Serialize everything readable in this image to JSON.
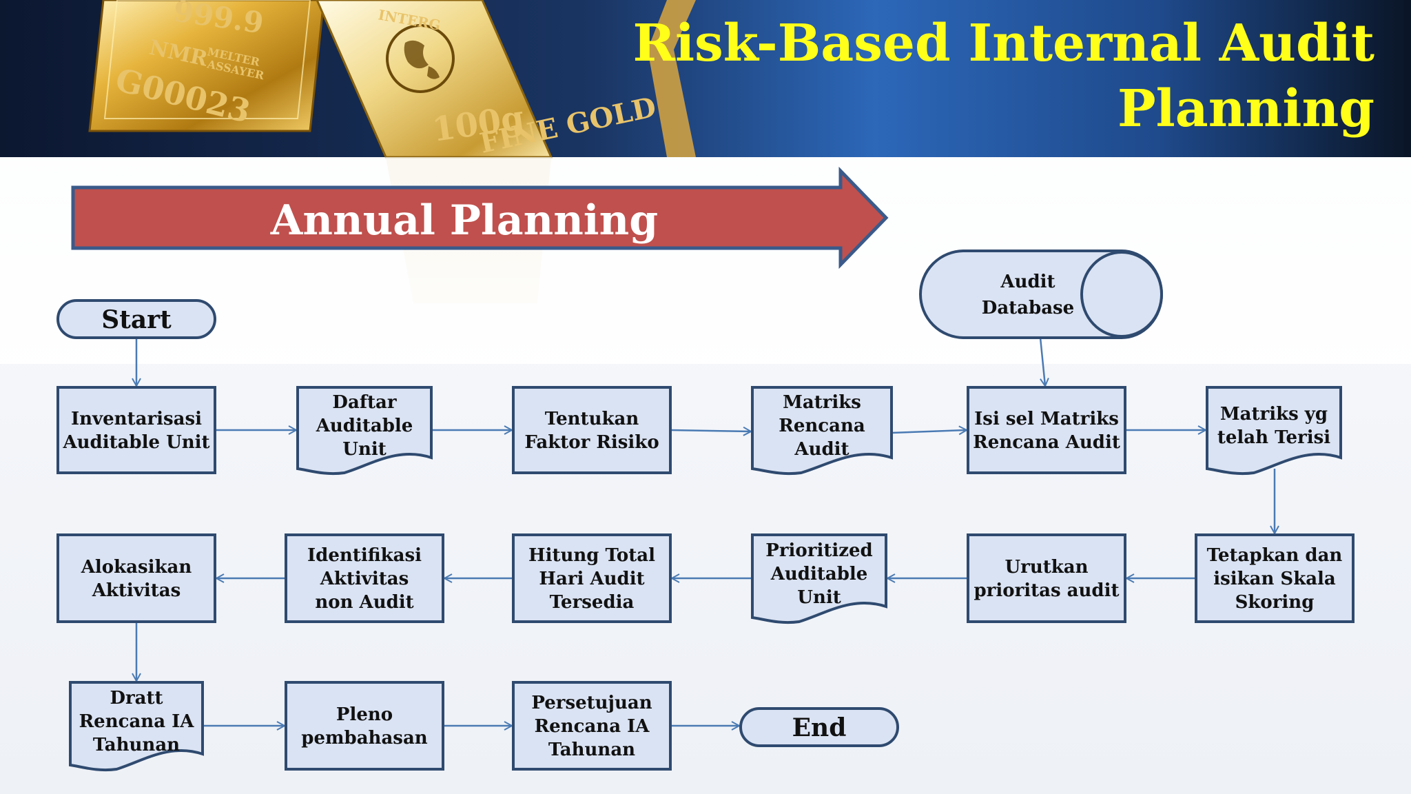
{
  "title": [
    "Risk-Based Internal Audit",
    "Planning"
  ],
  "banner": "Annual Planning",
  "gold_bars": {
    "bar1": [
      "999.9",
      "NMR",
      "MELTER",
      "ASSAYER",
      "G00023"
    ],
    "bar2": [
      "INTERG",
      "100g",
      "FINE GOLD"
    ]
  },
  "nodes": [
    {
      "id": "start",
      "label": [
        "Start"
      ]
    },
    {
      "id": "audit-database",
      "label": [
        "Audit",
        "Database"
      ]
    },
    {
      "id": "inventarisasi",
      "label": [
        "Inventarisasi",
        "Auditable Unit"
      ]
    },
    {
      "id": "daftar",
      "label": [
        "Daftar",
        "Auditable",
        "Unit"
      ]
    },
    {
      "id": "tentukan",
      "label": [
        "Tentukan",
        "Faktor Risiko"
      ]
    },
    {
      "id": "matriks-rencana",
      "label": [
        "Matriks",
        "Rencana",
        "Audit"
      ]
    },
    {
      "id": "isi-sel",
      "label": [
        "Isi sel Matriks",
        "Rencana Audit"
      ]
    },
    {
      "id": "matriks-terisi",
      "label": [
        "Matriks yg",
        "telah Terisi"
      ]
    },
    {
      "id": "tetapkan",
      "label": [
        "Tetapkan dan",
        "isikan Skala",
        "Skoring"
      ]
    },
    {
      "id": "urutkan",
      "label": [
        "Urutkan",
        "prioritas audit"
      ]
    },
    {
      "id": "prioritized",
      "label": [
        "Prioritized",
        "Auditable",
        "Unit"
      ]
    },
    {
      "id": "hitung",
      "label": [
        "Hitung Total",
        "Hari Audit",
        "Tersedia"
      ]
    },
    {
      "id": "identifikasi",
      "label": [
        "Identifikasi",
        "Aktivitas",
        "non Audit"
      ]
    },
    {
      "id": "alokasikan",
      "label": [
        "Alokasikan",
        "Aktivitas"
      ]
    },
    {
      "id": "dratt",
      "label": [
        "Dratt",
        "Rencana IA",
        "Tahunan"
      ]
    },
    {
      "id": "pleno",
      "label": [
        "Pleno",
        "pembahasan"
      ]
    },
    {
      "id": "persetujuan",
      "label": [
        "Persetujuan",
        "Rencana IA",
        "Tahunan"
      ]
    },
    {
      "id": "end",
      "label": [
        "End"
      ]
    }
  ],
  "edges": [
    [
      "start",
      "inventarisasi"
    ],
    [
      "inventarisasi",
      "daftar"
    ],
    [
      "daftar",
      "tentukan"
    ],
    [
      "tentukan",
      "matriks-rencana"
    ],
    [
      "matriks-rencana",
      "isi-sel"
    ],
    [
      "audit-database",
      "isi-sel"
    ],
    [
      "isi-sel",
      "matriks-terisi"
    ],
    [
      "matriks-terisi",
      "tetapkan"
    ],
    [
      "tetapkan",
      "urutkan"
    ],
    [
      "urutkan",
      "prioritized"
    ],
    [
      "prioritized",
      "hitung"
    ],
    [
      "hitung",
      "identifikasi"
    ],
    [
      "identifikasi",
      "alokasikan"
    ],
    [
      "alokasikan",
      "dratt"
    ],
    [
      "dratt",
      "pleno"
    ],
    [
      "pleno",
      "persetujuan"
    ],
    [
      "persetujuan",
      "end"
    ]
  ],
  "colors": {
    "node_fill": "#dae3f3",
    "node_stroke": "#2f4a6f",
    "edge": "#4a7ab3",
    "banner_fill": "#c0504d",
    "banner_stroke": "#3a5a8a",
    "title": "#ffff1a",
    "header_dark": "#0b1a33",
    "header_blue": "#2c67b8"
  }
}
